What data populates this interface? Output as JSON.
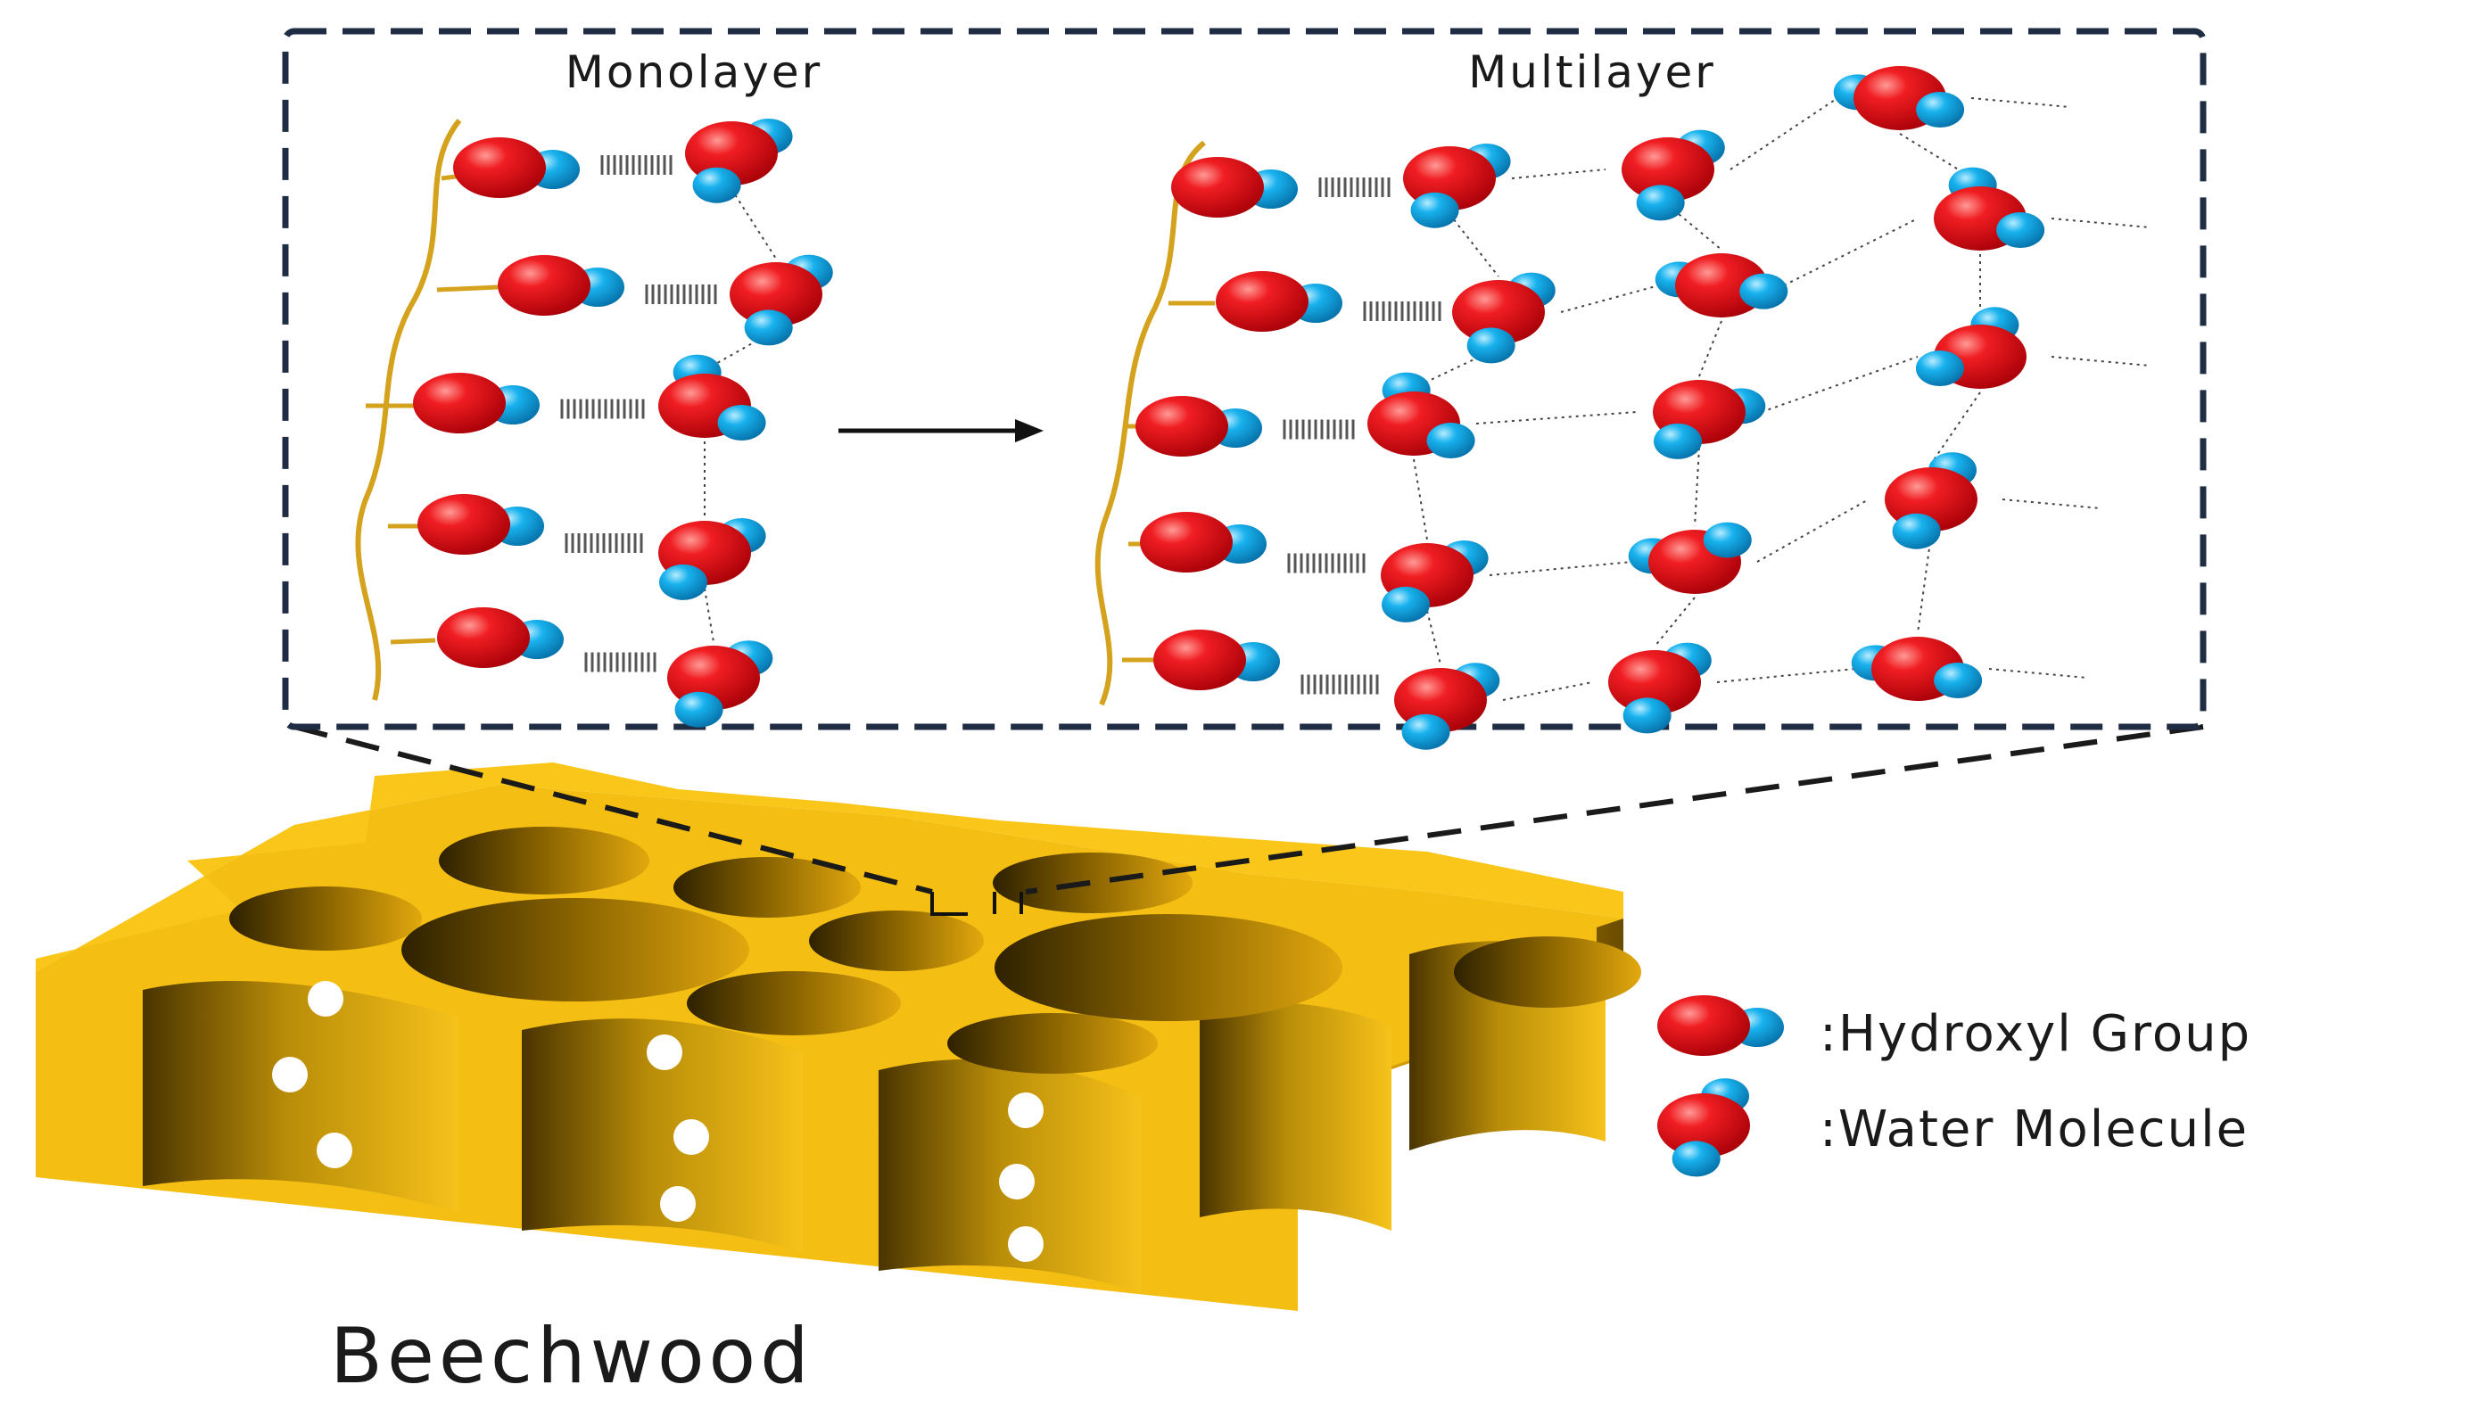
{
  "panel": {
    "monolayer_title": "Monolayer",
    "multilayer_title": "Multilayer"
  },
  "legend": {
    "hydroxyl_label": ":Hydroxyl Group",
    "water_label": ":Water Molecule"
  },
  "material_label": "Beechwood",
  "colors": {
    "oxygen": "#e8121a",
    "hydrogen": "#12a9e8",
    "fiber": "#d4a21c",
    "wood": "#f2bd12",
    "frame": "#1f2d44"
  }
}
